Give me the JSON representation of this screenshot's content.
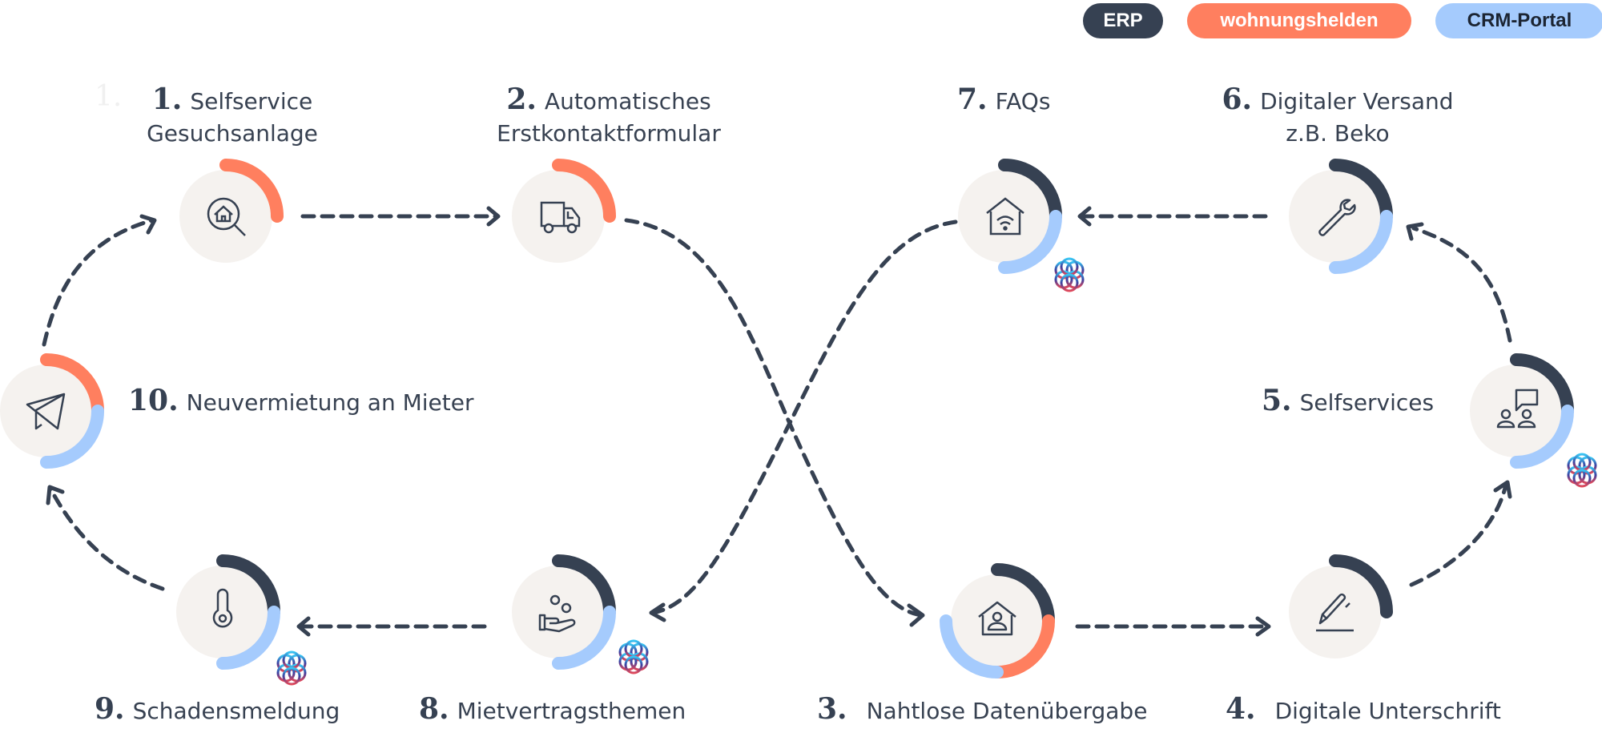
{
  "legend": {
    "erp": {
      "label": "ERP",
      "color": "#364152"
    },
    "wohnungshelden": {
      "label": "wohnungshelden",
      "color": "#ff7f5f"
    },
    "crm": {
      "label": "CRM-Portal",
      "color": "#a5cbfd"
    }
  },
  "ghost_number": "1.",
  "steps": [
    {
      "num": "1.",
      "line1": "Selfservice",
      "line2": "Gesuchsanlage",
      "icon": "house-search-icon",
      "segments": [
        "wohnungshelden"
      ]
    },
    {
      "num": "2.",
      "line1": "Automatisches",
      "line2": "Erstkontaktformular",
      "icon": "truck-icon",
      "segments": [
        "wohnungshelden"
      ]
    },
    {
      "num": "3.",
      "line1": "Nahtlose Datenübergabe",
      "icon": "house-person-icon",
      "segments": [
        "ERP",
        "wohnungshelden",
        "CRM-Portal"
      ]
    },
    {
      "num": "4.",
      "line1": "Digitale Unterschrift",
      "icon": "pen-signature-icon",
      "segments": [
        "ERP"
      ]
    },
    {
      "num": "5.",
      "line1": "Selfservices",
      "icon": "people-chat-icon",
      "segments": [
        "ERP",
        "CRM-Portal"
      ],
      "badge": "crm-logo"
    },
    {
      "num": "6.",
      "line1": "Digitaler Versand",
      "line2": "z.B. Beko",
      "icon": "wrench-icon",
      "segments": [
        "ERP",
        "CRM-Portal"
      ]
    },
    {
      "num": "7.",
      "line1": "FAQs",
      "icon": "smart-home-icon",
      "segments": [
        "ERP",
        "CRM-Portal"
      ],
      "badge": "crm-logo"
    },
    {
      "num": "8.",
      "line1": "Mietvertragsthemen",
      "icon": "hand-coins-icon",
      "segments": [
        "ERP",
        "CRM-Portal"
      ],
      "badge": "crm-logo"
    },
    {
      "num": "9.",
      "line1": "Schadensmeldung",
      "icon": "thermometer-icon",
      "segments": [
        "ERP",
        "CRM-Portal"
      ],
      "badge": "crm-logo"
    },
    {
      "num": "10.",
      "line1": "Neuvermietung an Mieter",
      "icon": "paper-plane-icon",
      "segments": [
        "wohnungshelden",
        "CRM-Portal"
      ]
    }
  ],
  "colors": {
    "erp": "#364152",
    "wohnungshelden": "#ff7f5f",
    "crm": "#a5cbfd",
    "circle_bg": "#f5f2ef",
    "line": "#364152"
  }
}
